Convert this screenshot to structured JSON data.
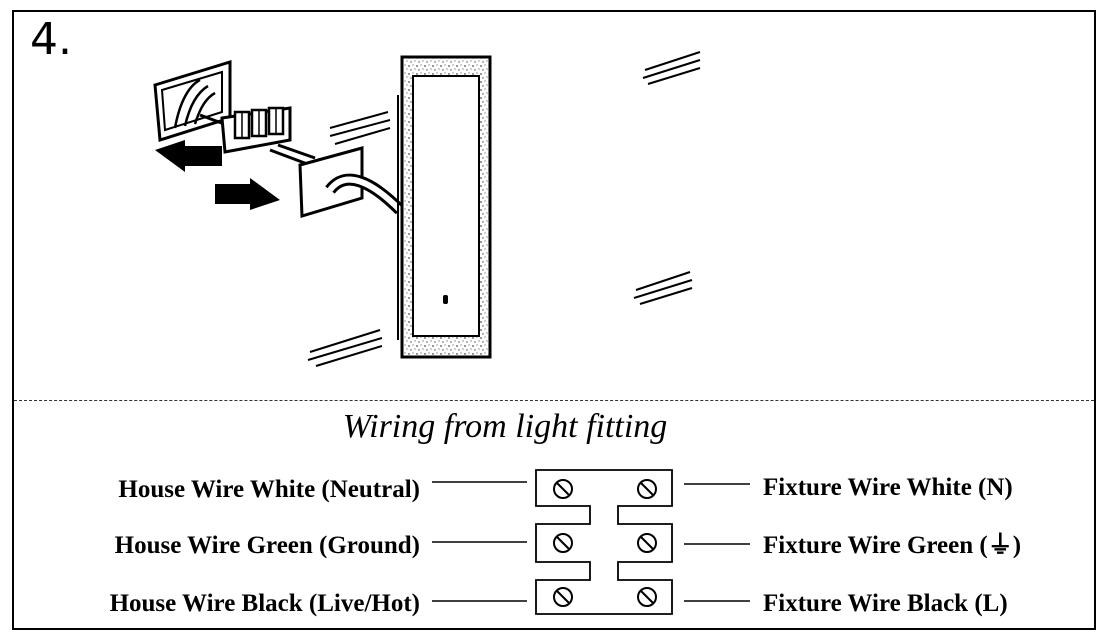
{
  "step_number": "4.",
  "title": "Wiring  from light fitting",
  "house_wires": [
    {
      "label": "House Wire White (Neutral)"
    },
    {
      "label": "House Wire Green (Ground)"
    },
    {
      "label": "House Wire Black (Live/Hot)"
    }
  ],
  "fixture_wires": [
    {
      "label": "Fixture Wire White (N)"
    },
    {
      "label": "Fixture Wire Green (⏚)"
    },
    {
      "label": "Fixture Wire Black (L)"
    }
  ],
  "icons": [
    "ground-symbol-icon",
    "screw-terminal-icon",
    "arrow-icon"
  ]
}
